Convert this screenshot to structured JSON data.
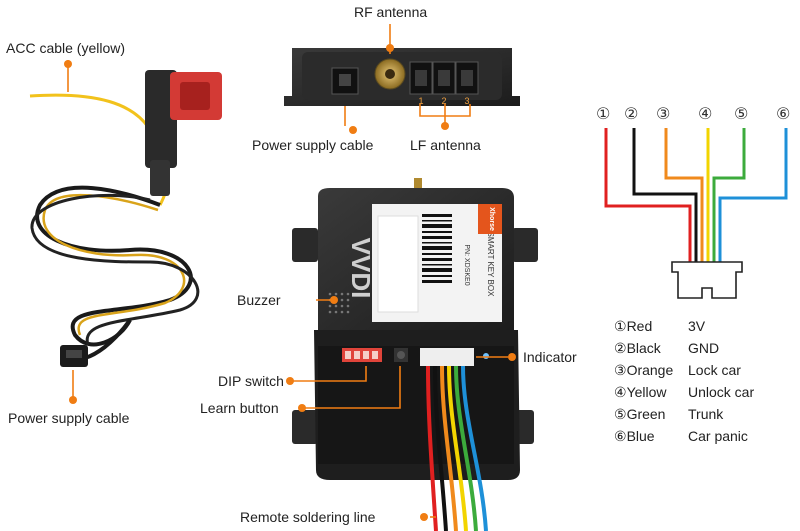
{
  "labels": {
    "acc_cable": "ACC cable (yellow)",
    "rf_antenna": "RF  antenna",
    "power_supply_cable_top": "Power supply cable",
    "lf_antenna": "LF antenna",
    "buzzer": "Buzzer",
    "indicator": "Indicator",
    "dip_switch": "DIP switch",
    "learn_button": "Learn button",
    "power_supply_cable_left": "Power supply cable",
    "remote_soldering_line": "Remote soldering line"
  },
  "lf_port_numbers": [
    "1",
    "2",
    "3"
  ],
  "device": {
    "brand": "Xhorse",
    "product_line": "VVDI",
    "product": "SMART KEY BOX",
    "model": "PN: XDSKE0"
  },
  "wire_numbers": [
    "①",
    "②",
    "③",
    "④",
    "⑤",
    "⑥"
  ],
  "wire_colors": [
    "#e02020",
    "#111111",
    "#f08a1c",
    "#f2d400",
    "#3cab3c",
    "#1e90d8"
  ],
  "accent_color": "#f07d13",
  "legend": [
    {
      "num": "①",
      "color": "Red",
      "function": "3V"
    },
    {
      "num": "②",
      "color": "Black",
      "function": "GND"
    },
    {
      "num": "③",
      "color": "Orange",
      "function": "Lock car"
    },
    {
      "num": "④",
      "color": "Yellow",
      "function": "Unlock car"
    },
    {
      "num": "⑤",
      "color": "Green",
      "function": "Trunk"
    },
    {
      "num": "⑥",
      "color": "Blue",
      "function": "Car panic"
    }
  ]
}
